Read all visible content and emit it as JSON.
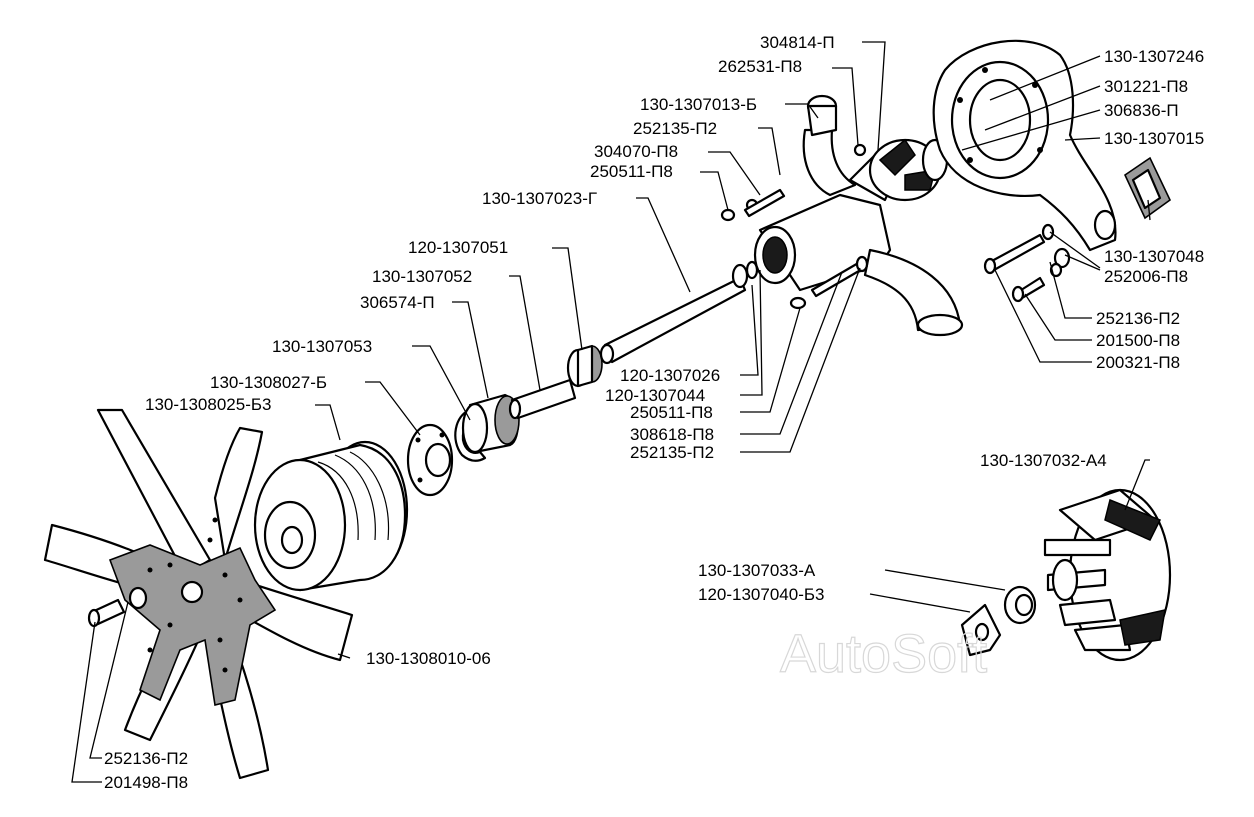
{
  "labels": {
    "l01": "304814-П",
    "l02": "262531-П8",
    "l03": "130-1307013-Б",
    "l04": "252135-П2",
    "l05": "304070-П8",
    "l06": "250511-П8",
    "l07": "130-1307023-Г",
    "l08": "120-1307051",
    "l09": "130-1307052",
    "l10": "306574-П",
    "l11": "130-1307053",
    "l12": "130-1308027-Б",
    "l13": "130-1308025-Б3",
    "l14": "130-1307246",
    "l15": "301221-П8",
    "l16": "306836-П",
    "l17": "130-1307015",
    "l18": "130-1307048",
    "l19": "252006-П8",
    "l20": "252136-П2",
    "l21": "201500-П8",
    "l22": "200321-П8",
    "l23": "120-1307026",
    "l24": "120-1307044",
    "l25": "250511-П8",
    "l26": "308618-П8",
    "l27": "252135-П2",
    "l28": "130-1307032-А4",
    "l29": "130-1307033-А",
    "l30": "120-1307040-Б3",
    "l31": "130-1308010-06",
    "l32": "252136-П2",
    "l33": "201498-П8"
  },
  "watermark": "AutoSoft"
}
